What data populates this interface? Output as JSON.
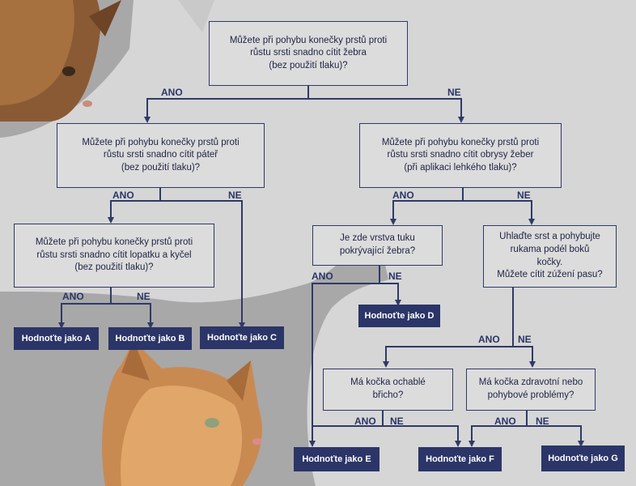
{
  "answers": {
    "yes": "ANO",
    "no": "NE"
  },
  "questions": {
    "q1": "Můžete při pohybu konečky prstů proti\nrůstu srsti snadno cítit žebra\n(bez použití tlaku)?",
    "q2": "Můžete při pohybu konečky prstů proti\nrůstu srsti snadno cítit páteř\n(bez použití tlaku)?",
    "q3": "Můžete při pohybu konečky prstů proti\nrůstu srsti snadno cítit obrysy žeber\n(při aplikaci lehkého tlaku)?",
    "q4": "Můžete při pohybu konečky prstů proti\nrůstu srsti snadno cítit lopatku a kyčel\n(bez použití tlaku)?",
    "q5": "Je zde vrstva tuku\npokrývající žebra?",
    "q6": "Uhlaďte srst a pohybujte\nrukama podél boků\nkočky.\nMůžete cítit zúžení pasu?",
    "q7": "Má kočka ochablé\nbřicho?",
    "q8": "Má kočka zdravotní nebo\npohybové problémy?"
  },
  "results": {
    "a": "Hodnoťte jako A",
    "b": "Hodnoťte jako B",
    "c": "Hodnoťte jako C",
    "d": "Hodnoťte jako D",
    "e": "Hodnoťte jako E",
    "f": "Hodnoťte jako F",
    "g": "Hodnoťte jako G"
  },
  "colors": {
    "line": "#2f3a66",
    "result_box": "#2b3568",
    "question_box": "#dcdcdc"
  }
}
